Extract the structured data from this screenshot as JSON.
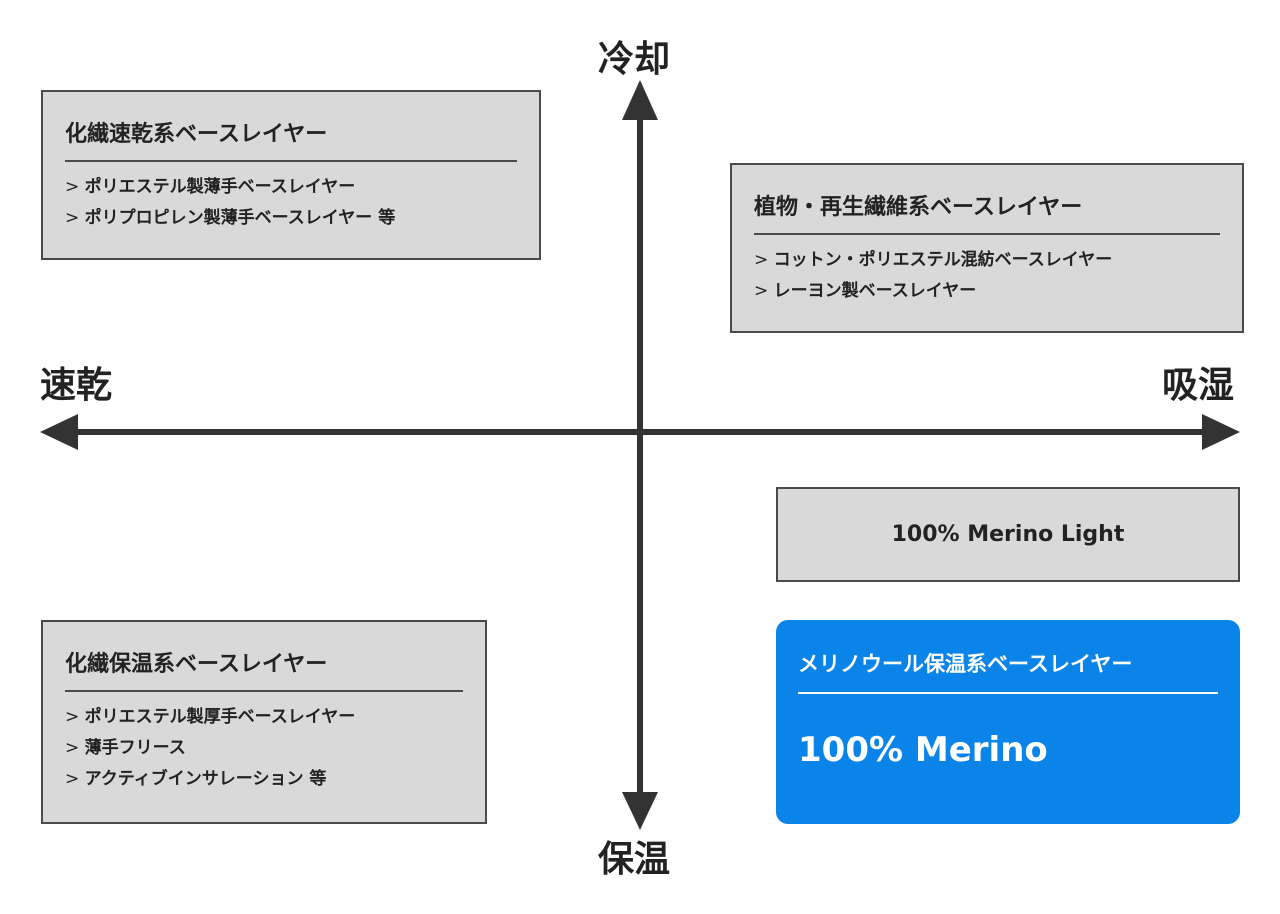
{
  "axes": {
    "top": "冷却",
    "bottom": "保温",
    "left": "速乾",
    "right": "吸湿"
  },
  "quadrants": {
    "top_left": {
      "title": "化繊速乾系ベースレイヤー",
      "items": [
        "ポリエステル製薄手ベースレイヤー",
        "ポリプロピレン製薄手ベースレイヤー 等"
      ]
    },
    "top_right": {
      "title": "植物・再生繊維系ベースレイヤー",
      "items": [
        "コットン・ポリエステル混紡ベースレイヤー",
        "レーヨン製ベースレイヤー"
      ]
    },
    "bottom_left": {
      "title": "化繊保温系ベースレイヤー",
      "items": [
        "ポリエステル製厚手ベースレイヤー",
        "薄手フリース",
        "アクティブインサレーション 等"
      ]
    },
    "bottom_right_light": {
      "label": "100% Merino Light"
    },
    "bottom_right_highlight": {
      "title": "メリノウール保温系ベースレイヤー",
      "label": "100% Merino"
    }
  },
  "colors": {
    "highlight": "#0a84e8",
    "box_fill": "#d9d9d9",
    "axis": "#333333"
  }
}
